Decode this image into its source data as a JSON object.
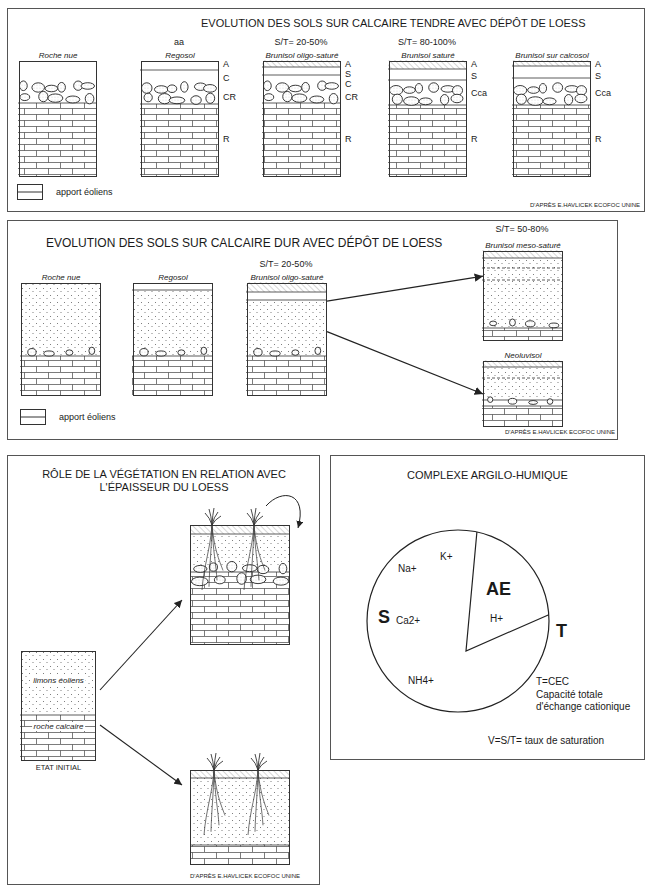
{
  "diagram": {
    "nodes": [
      {
        "text": [
          "EVOLUTION DES SOLS SUR CALCAIRE TENDRE AVEC DÉPÔT DE LOESS"
        ]
      },
      {
        "text": [
          "Roche nue"
        ],
        "in": 0
      },
      {
        "text": [
          "Regosol"
        ],
        "in": 0
      },
      {
        "text": [
          "Brunisol oligo-saturé"
        ],
        "in": 0
      },
      {
        "text": [
          "Brunisol saturé"
        ],
        "in": 0
      },
      {
        "text": [
          "Brunisol sur calcosol"
        ],
        "in": 0
      },
      {
        "text": [
          "EVOLUTION DES SOLS SUR CALCAIRE DUR AVEC DÉPÔT DE LOESS"
        ]
      },
      {
        "text": [
          "Roche nue"
        ],
        "in": 6
      },
      {
        "text": [
          "Regosol"
        ],
        "in": 6
      },
      {
        "text": [
          "Brunisol oligo-saturé"
        ],
        "in": 6
      },
      {
        "text": [
          "Brunisol meso-saturé"
        ],
        "in": 6
      },
      {
        "text": [
          "Neoluvisol"
        ],
        "in": 6
      },
      {
        "text": [
          "RÔLE DE LA VÉGÉTATION EN RELATION AVEC L'ÉPAISSEUR DU LOESS"
        ]
      },
      {
        "text": [
          "limons éoliens",
          "roche calcaire",
          "ETAT INITIAL"
        ],
        "in": 12
      },
      {
        "text": [
          "COMPLEXE ARGILO-HUMIQUE"
        ]
      },
      {
        "text": [
          "Na+",
          "K+",
          "S",
          "Ca2+",
          "AE",
          "H+",
          "NH4+"
        ],
        "in": 14
      }
    ],
    "edges": [
      {
        "from": 9,
        "to": 10,
        "arrow": "to"
      },
      {
        "from": 9,
        "to": 11,
        "arrow": "to"
      }
    ],
    "labels": [
      "aa",
      "S/T= 20-50%",
      "S/T= 80-100%",
      "A",
      "C",
      "CR",
      "R",
      "A",
      "S",
      "C",
      "CR",
      "R",
      "A",
      "S",
      "Cca",
      "R",
      "A",
      "S",
      "Cca",
      "R",
      "D'APRÈS E.HAVLICEK ECOFOC UNINE",
      "S/T= 20-50%",
      "S/T= 50-80%",
      "D'APRÈS E.HAVLICEK ECOFOC UNINE",
      "D'APRÈS E.HAVLICEK ECOFOC UNINE",
      "T",
      "T=CEC",
      "Capacité totale d'échange cationique",
      "V=S/T= taux de saturation"
    ],
    "legend": [
      {
        "text": "apport éoliens"
      },
      {
        "text": "apport éoliens"
      }
    ]
  }
}
